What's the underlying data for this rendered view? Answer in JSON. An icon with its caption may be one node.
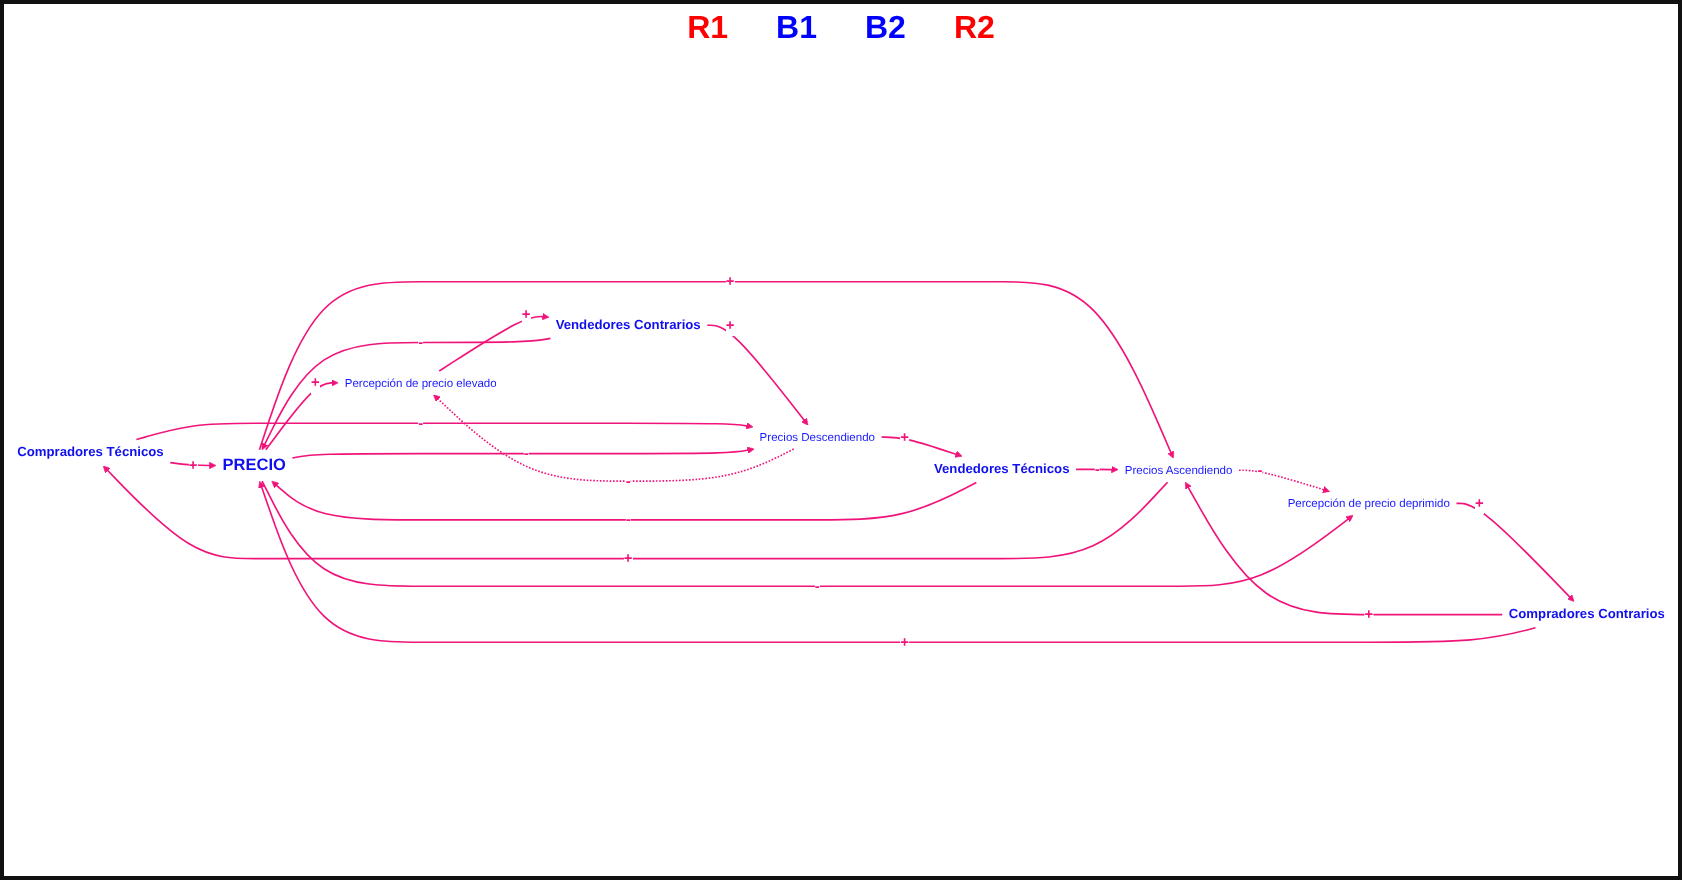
{
  "diagram": {
    "nodes": [
      {
        "text": [
          "Compradores Técnicos"
        ]
      },
      {
        "text": [
          "Precios Ascendiendo"
        ]
      },
      {
        "text": [
          "Percepción de precio elevado"
        ]
      },
      {
        "text": [
          "Vendedores Contrarios"
        ]
      },
      {
        "text": [
          "PRECIO"
        ]
      },
      {
        "text": [
          "Compradores Contrarios"
        ]
      },
      {
        "text": [
          "Precios Descendiendo"
        ]
      },
      {
        "text": [
          "Percepción de precio deprimido"
        ]
      },
      {
        "text": [
          "Vendedores Técnicos"
        ]
      }
    ],
    "edges": [
      {
        "from": 1,
        "to": 0,
        "arrow": "to",
        "label": "+"
      },
      {
        "from": 0,
        "to": 4,
        "arrow": "to",
        "label": "+"
      },
      {
        "from": 4,
        "to": 1,
        "arrow": "to",
        "label": "+"
      },
      {
        "from": 4,
        "to": 2,
        "arrow": "to",
        "label": "+"
      },
      {
        "from": 2,
        "to": 3,
        "arrow": "to",
        "label": "+"
      },
      {
        "from": 3,
        "to": 4,
        "arrow": "to",
        "label": "-"
      },
      {
        "from": 3,
        "to": 6,
        "arrow": "to",
        "label": "+"
      },
      {
        "from": 0,
        "to": 6,
        "arrow": "to",
        "label": "-"
      },
      {
        "from": 6,
        "to": 2,
        "arrow": "to",
        "label": "-",
        "style": "dashed"
      },
      {
        "from": 4,
        "to": 6,
        "arrow": "to",
        "label": "-"
      },
      {
        "from": 6,
        "to": 8,
        "arrow": "to",
        "label": "+"
      },
      {
        "from": 8,
        "to": 4,
        "arrow": "to",
        "label": "-"
      },
      {
        "from": 8,
        "to": 1,
        "arrow": "to",
        "label": "-"
      },
      {
        "from": 5,
        "to": 1,
        "arrow": "to",
        "label": "+"
      },
      {
        "from": 5,
        "to": 4,
        "arrow": "to",
        "label": "+"
      },
      {
        "from": 1,
        "to": 7,
        "arrow": "to",
        "label": "-",
        "style": "dashed"
      },
      {
        "from": 4,
        "to": 7,
        "arrow": "to",
        "label": "-"
      },
      {
        "from": 7,
        "to": 5,
        "arrow": "to",
        "label": "+"
      }
    ],
    "labels": [
      "R1",
      "B1",
      "B2",
      "R2"
    ]
  }
}
